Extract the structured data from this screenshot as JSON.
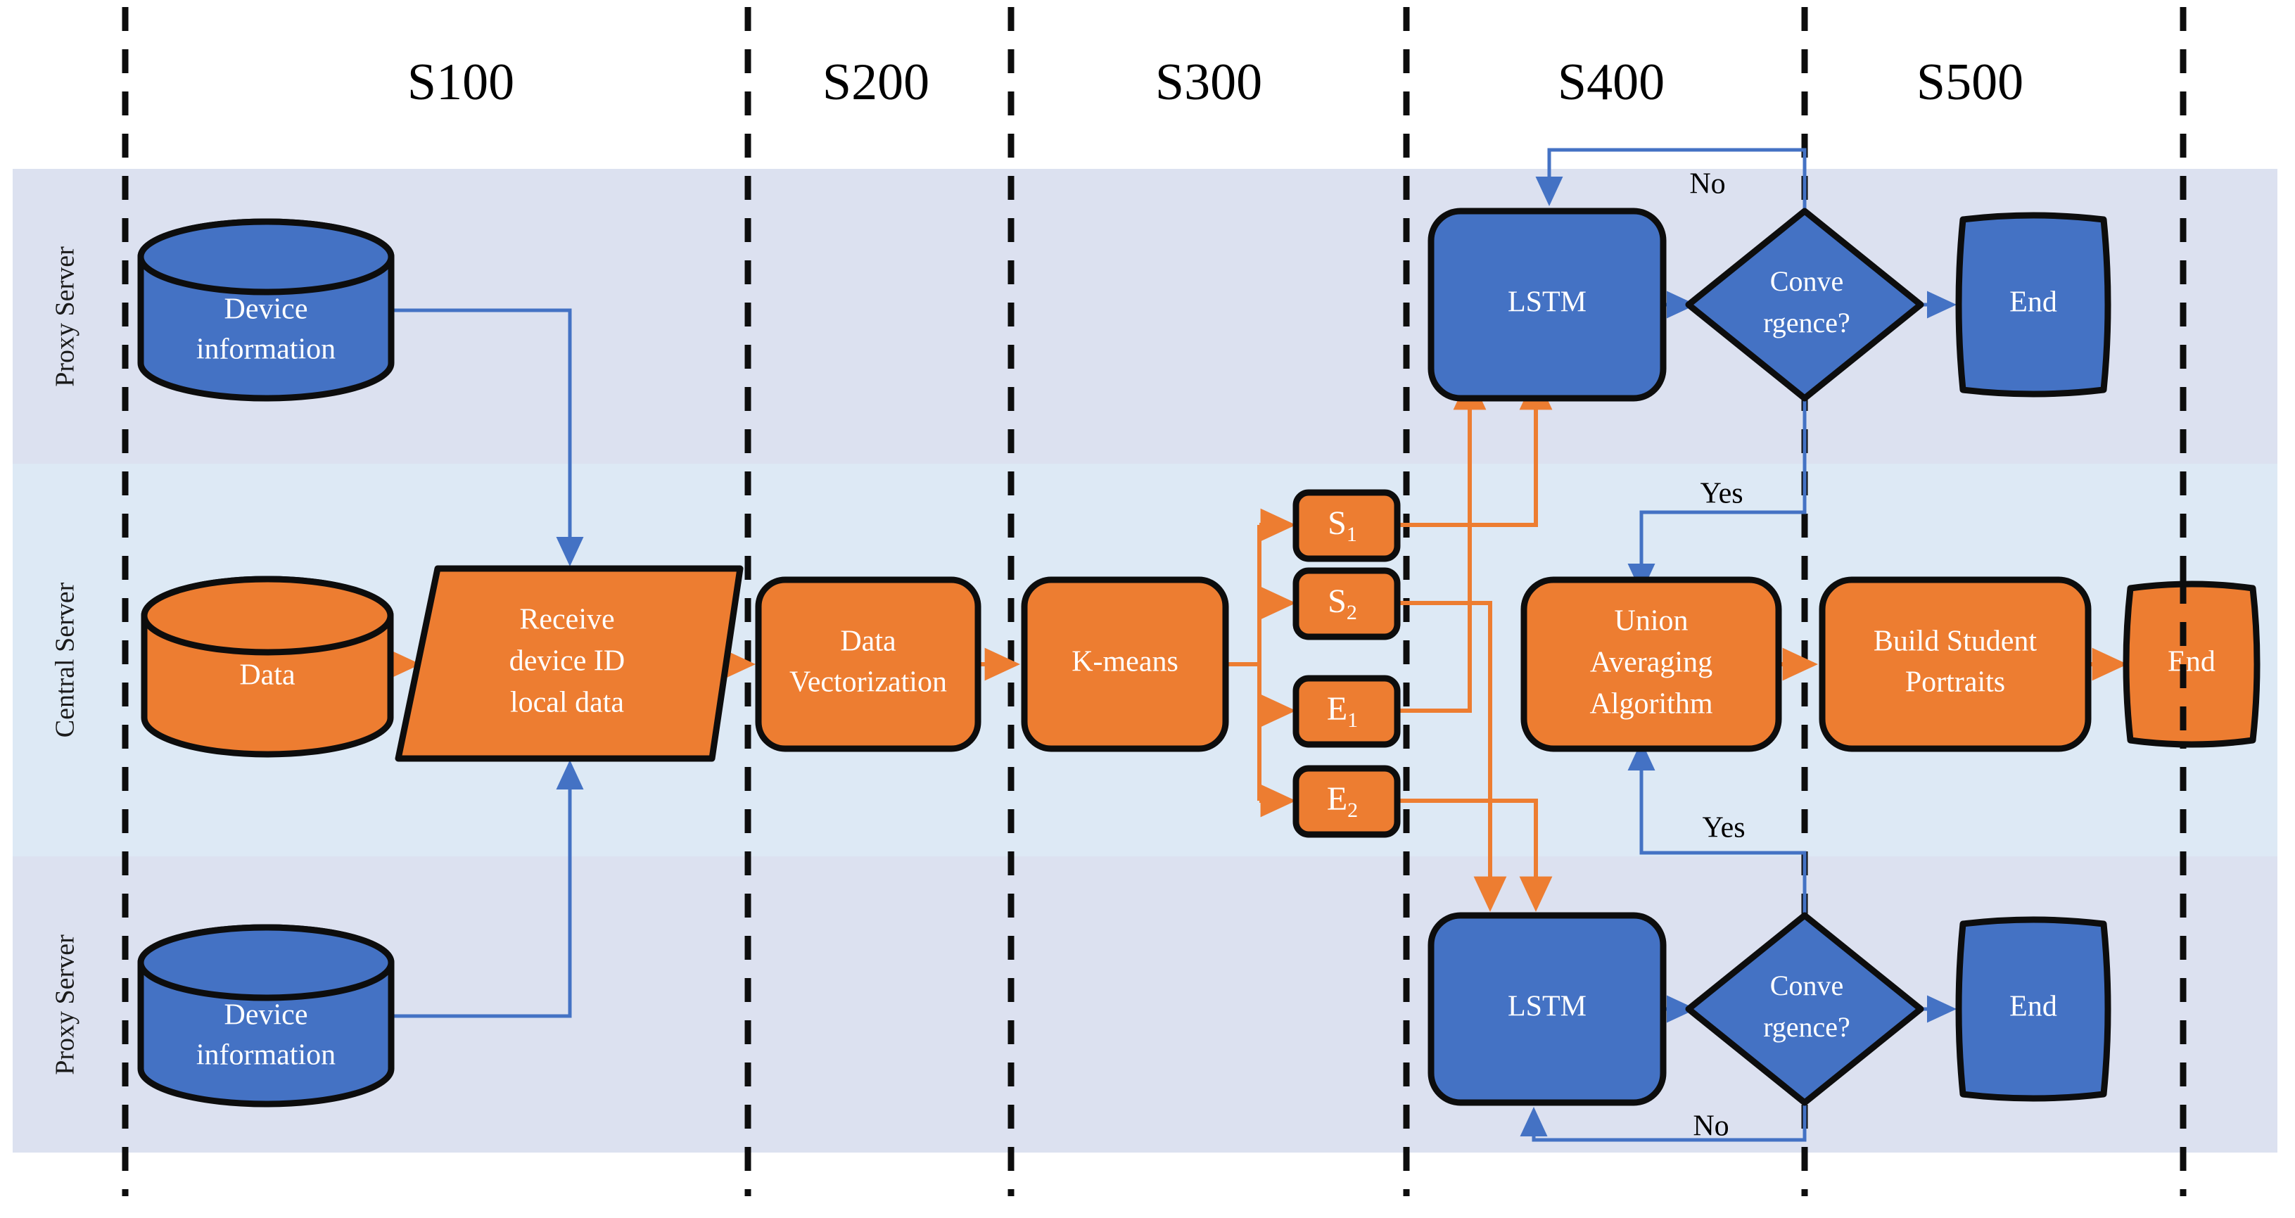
{
  "diagram": {
    "title": "Federated student-portrait pipeline swimlane flowchart",
    "colors": {
      "orange_fill": "#ED7D31",
      "blue_fill": "#4472C4",
      "lane_proxy_bg": "#DCE1F0",
      "lane_central_bg": "#DDE9F5",
      "shape_stroke": "#0D0D0D",
      "orange_connector": "#ED7D31",
      "blue_connector": "#4472C4",
      "text_on_shape": "#FFFFFF",
      "text_plain": "#000000"
    }
  },
  "stages": [
    {
      "id": "s100",
      "label": "S100"
    },
    {
      "id": "s200",
      "label": "S200"
    },
    {
      "id": "s300",
      "label": "S300"
    },
    {
      "id": "s400",
      "label": "S400"
    },
    {
      "id": "s500",
      "label": "S500"
    }
  ],
  "lanes": [
    {
      "id": "lane-proxy-top",
      "label": "Proxy Server"
    },
    {
      "id": "lane-central",
      "label": "Central Server"
    },
    {
      "id": "lane-proxy-bottom",
      "label": "Proxy Server"
    }
  ],
  "nodes": {
    "device_info_top": {
      "label_line1": "Device",
      "label_line2": "information",
      "shape": "cylinder",
      "color": "blue"
    },
    "device_info_bottom": {
      "label_line1": "Device",
      "label_line2": "information",
      "shape": "cylinder",
      "color": "blue"
    },
    "data": {
      "label": "Data",
      "shape": "cylinder",
      "color": "orange"
    },
    "receive": {
      "label_line1": "Receive",
      "label_line2": "device ID",
      "label_line3": "local data",
      "shape": "parallelogram",
      "color": "orange"
    },
    "vectorization": {
      "label_line1": "Data",
      "label_line2": "Vectorization",
      "shape": "rounded-rect",
      "color": "orange"
    },
    "kmeans": {
      "label": "K-means",
      "shape": "rounded-rect",
      "color": "orange"
    },
    "cluster_s1": {
      "base": "S",
      "index": "1",
      "shape": "rounded-rect",
      "color": "orange"
    },
    "cluster_s2": {
      "base": "S",
      "index": "2",
      "shape": "rounded-rect",
      "color": "orange"
    },
    "cluster_e1": {
      "base": "E",
      "index": "1",
      "shape": "rounded-rect",
      "color": "orange"
    },
    "cluster_e2": {
      "base": "E",
      "index": "2",
      "shape": "rounded-rect",
      "color": "orange"
    },
    "lstm_top": {
      "label": "LSTM",
      "shape": "rounded-rect",
      "color": "blue"
    },
    "lstm_bottom": {
      "label": "LSTM",
      "shape": "rounded-rect",
      "color": "blue"
    },
    "convergence_top": {
      "label_line1": "Conve",
      "label_line2": "rgence?",
      "shape": "diamond",
      "color": "blue"
    },
    "convergence_bottom": {
      "label_line1": "Conve",
      "label_line2": "rgence?",
      "shape": "diamond",
      "color": "blue"
    },
    "end_top": {
      "label": "End",
      "shape": "delay",
      "color": "blue"
    },
    "end_bottom": {
      "label": "End",
      "shape": "delay",
      "color": "blue"
    },
    "union": {
      "label_line1": "Union",
      "label_line2": "Averaging",
      "label_line3": "Algorithm",
      "shape": "rounded-rect",
      "color": "orange"
    },
    "portraits": {
      "label_line1": "Build Student",
      "label_line2": "Portraits",
      "shape": "rounded-rect",
      "color": "orange"
    },
    "end_central": {
      "label": "End",
      "shape": "delay",
      "color": "orange"
    }
  },
  "edge_labels": {
    "no_top": "No",
    "yes_top": "Yes",
    "yes_bottom": "Yes",
    "no_bottom": "No"
  }
}
